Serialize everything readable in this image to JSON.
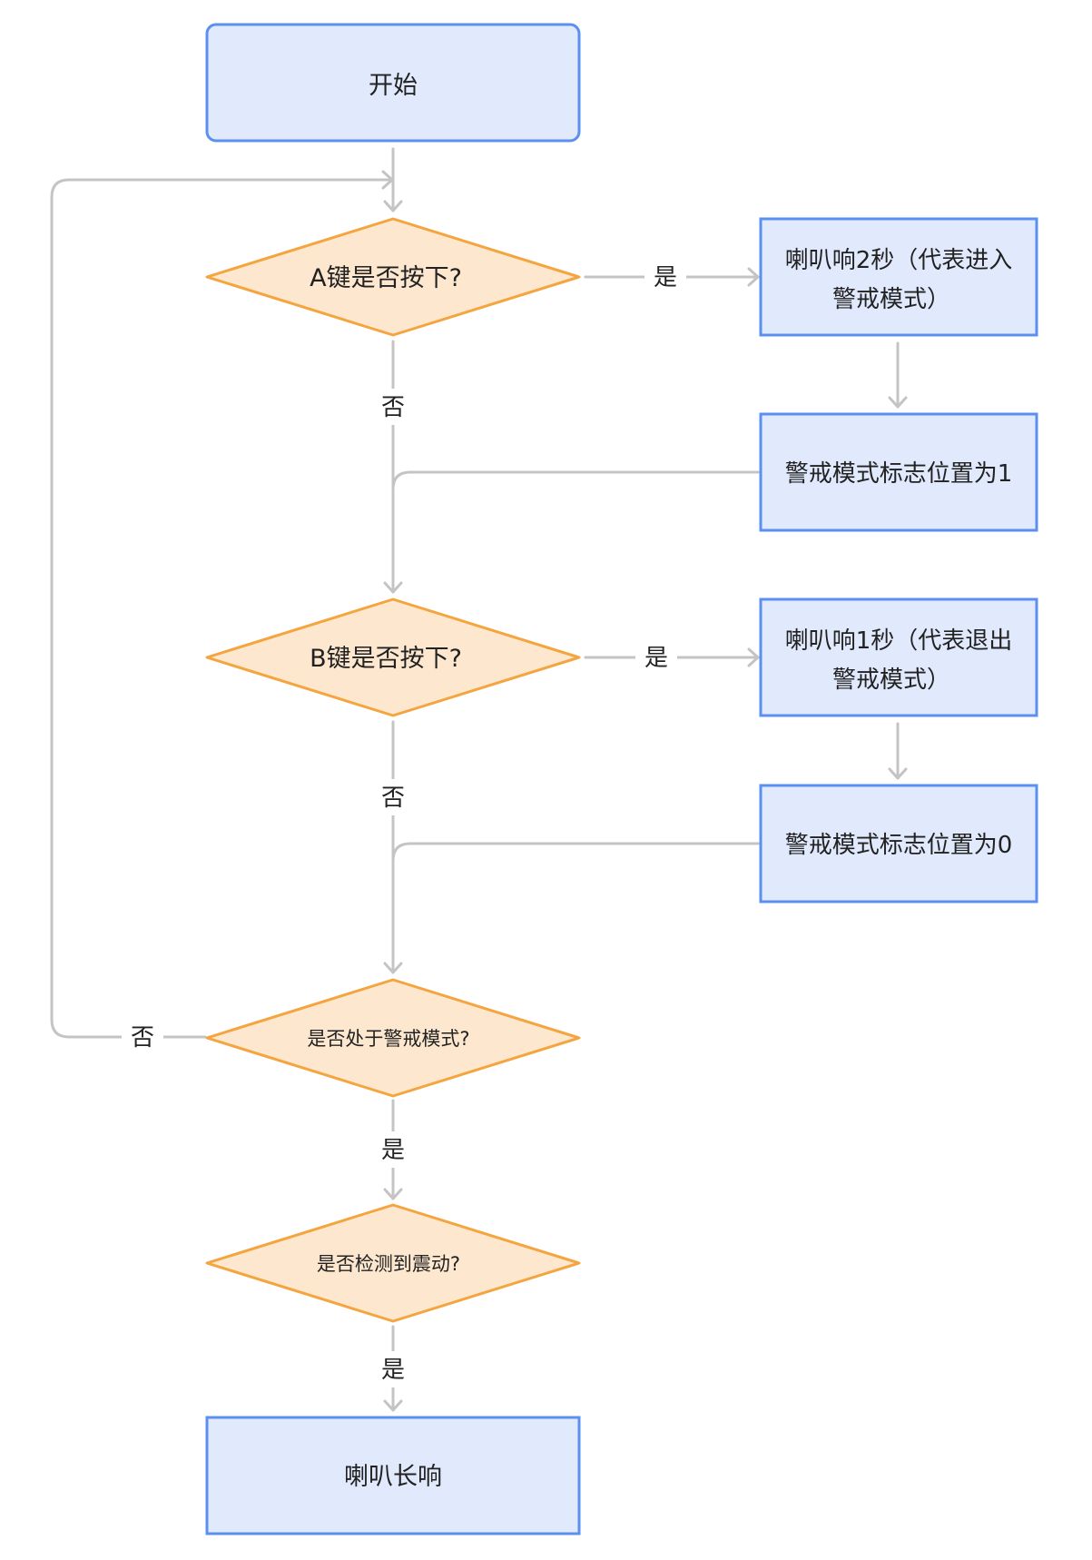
{
  "colors": {
    "process_fill": "#e1e9fc",
    "process_stroke": "#5b8ff0",
    "decision_fill": "#fde8cf",
    "decision_stroke": "#f4a540",
    "edge": "#c4c4c4",
    "text": "#222222"
  },
  "nodes": {
    "start": "开始",
    "decision_a": "A键是否按下?",
    "beep_2s": [
      "喇叭响2秒（代表进入",
      "警戒模式）"
    ],
    "flag_1": "警戒模式标志位置为1",
    "decision_b": "B键是否按下?",
    "beep_1s": [
      "喇叭响1秒（代表退出",
      "警戒模式）"
    ],
    "flag_0": "警戒模式标志位置为0",
    "decision_guard": "是否处于警戒模式?",
    "decision_vibration": "是否检测到震动?",
    "long_beep": "喇叭长响"
  },
  "edges": {
    "a_yes": "是",
    "a_no": "否",
    "b_yes": "是",
    "b_no": "否",
    "guard_no": "否",
    "guard_yes": "是",
    "vibration_yes": "是"
  }
}
